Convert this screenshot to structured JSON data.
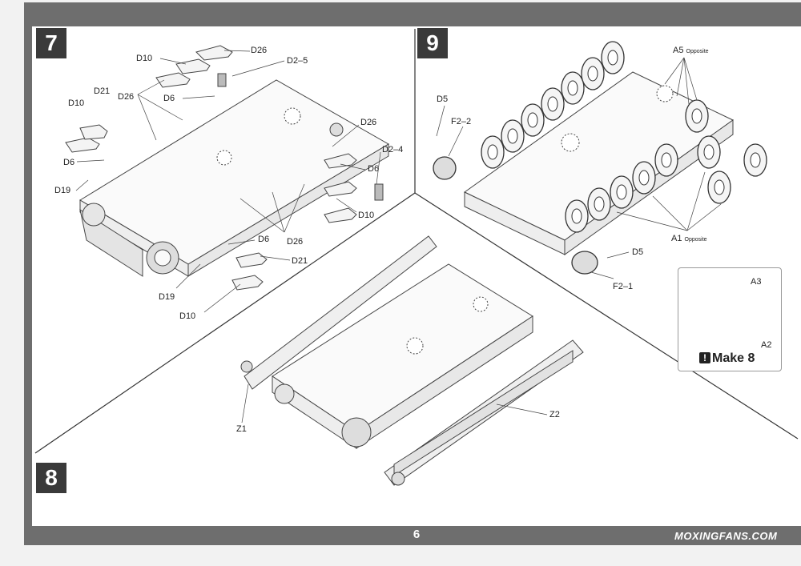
{
  "page_number": "6",
  "watermark": "MOXINGFANS.COM",
  "steps": {
    "step7": {
      "number": "7",
      "callouts": [
        "D26",
        "D10",
        "D2–5",
        "D21",
        "D26",
        "D6",
        "D10",
        "D26",
        "D6",
        "D2–4",
        "D19",
        "D6",
        "D10",
        "D6",
        "D26",
        "D21",
        "D19",
        "D10"
      ]
    },
    "step8": {
      "number": "8",
      "callouts": [
        "Z1",
        "Z2"
      ]
    },
    "step9": {
      "number": "9",
      "callouts": [
        "D5",
        "F2–2",
        "A5",
        "A1",
        "D5",
        "F2–1"
      ],
      "opposite_a5": "Opposite",
      "opposite_a1": "Opposite",
      "note": {
        "callouts": [
          "A3",
          "A2"
        ],
        "make_text": "Make 8"
      }
    }
  }
}
